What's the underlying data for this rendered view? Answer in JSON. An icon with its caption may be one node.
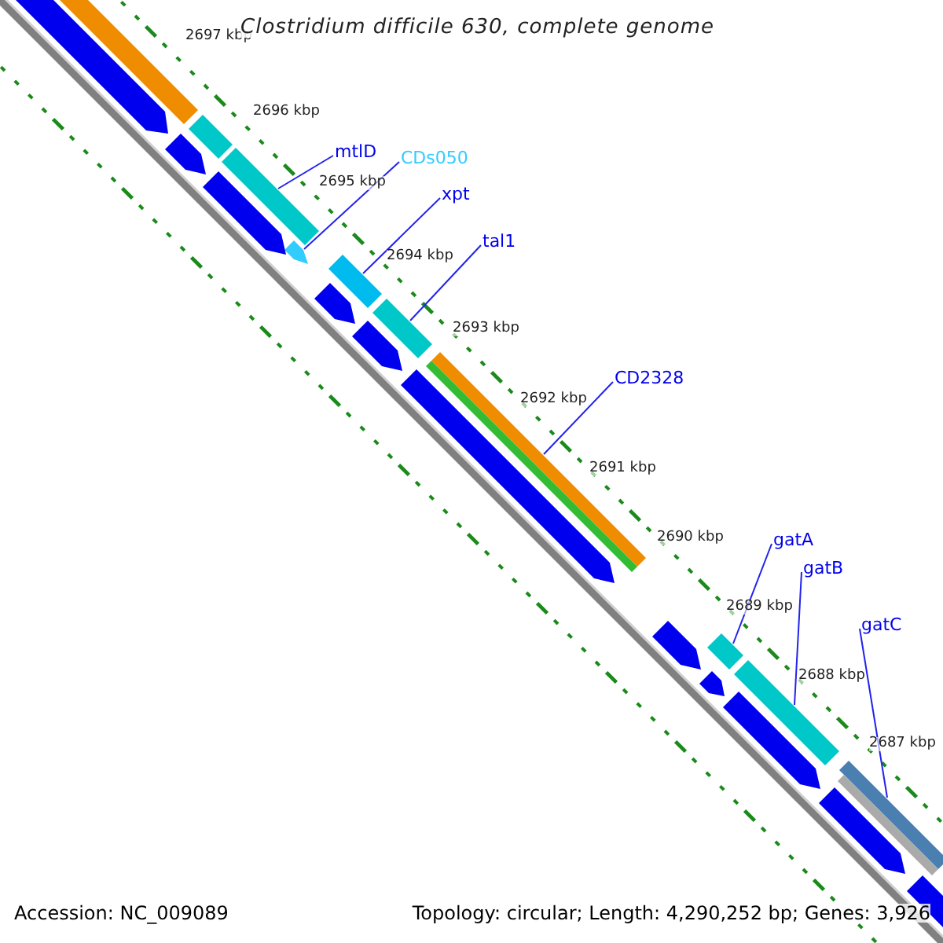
{
  "diagram": {
    "title": "Clostridium difficile 630, complete genome",
    "nodes": [
      {
        "text": [
          "mtlD"
        ]
      },
      {
        "text": [],
        "shape": "bar"
      },
      {
        "text": [
          "CDs050"
        ]
      },
      {
        "text": [],
        "shape": "bar"
      },
      {
        "text": [
          "xpt"
        ]
      },
      {
        "text": [],
        "shape": "bar"
      },
      {
        "text": [
          "tal1"
        ]
      },
      {
        "text": [],
        "shape": "bar"
      },
      {
        "text": [
          "CD2328"
        ]
      },
      {
        "text": [],
        "shape": "bar"
      },
      {
        "text": [
          "gatA"
        ]
      },
      {
        "text": [],
        "shape": "bar"
      },
      {
        "text": [
          "gatB"
        ]
      },
      {
        "text": [],
        "shape": "bar"
      },
      {
        "text": [
          "gatC"
        ]
      },
      {
        "text": [],
        "shape": "bar"
      },
      {
        "text": [],
        "shape": "bar"
      },
      {
        "text": [],
        "shape": "bar"
      },
      {
        "text": [],
        "shape": "bar"
      },
      {
        "text": [],
        "shape": "bar"
      },
      {
        "text": [],
        "shape": "bar"
      },
      {
        "text": [],
        "shape": "bar"
      },
      {
        "text": [],
        "shape": "bar"
      },
      {
        "text": [],
        "shape": "bar"
      },
      {
        "text": [],
        "shape": "bar"
      },
      {
        "text": [],
        "shape": "bar"
      },
      {
        "text": [],
        "shape": "bar"
      },
      {
        "text": [],
        "shape": "bar"
      },
      {
        "text": [],
        "shape": "bar"
      },
      {
        "text": [],
        "shape": "bar"
      },
      {
        "text": [],
        "shape": "bar"
      }
    ],
    "edges": [
      {
        "from": 0,
        "to": 1,
        "arrow": "none"
      },
      {
        "from": 2,
        "to": 3,
        "arrow": "none"
      },
      {
        "from": 4,
        "to": 5,
        "arrow": "none"
      },
      {
        "from": 6,
        "to": 7,
        "arrow": "none"
      },
      {
        "from": 8,
        "to": 9,
        "arrow": "none"
      },
      {
        "from": 10,
        "to": 11,
        "arrow": "none"
      },
      {
        "from": 12,
        "to": 13,
        "arrow": "none"
      },
      {
        "from": 14,
        "to": 15,
        "arrow": "none"
      }
    ],
    "labels": [
      "2697 kbp",
      "2696 kbp",
      "2695 kbp",
      "2694 kbp",
      "2693 kbp",
      "2692 kbp",
      "2691 kbp",
      "2690 kbp",
      "2689 kbp",
      "2688 kbp",
      "2687 kbp",
      "Accession: NC_009089",
      "Topology: circular; Length: 4,290,252 bp; Genes: 3,926"
    ]
  }
}
